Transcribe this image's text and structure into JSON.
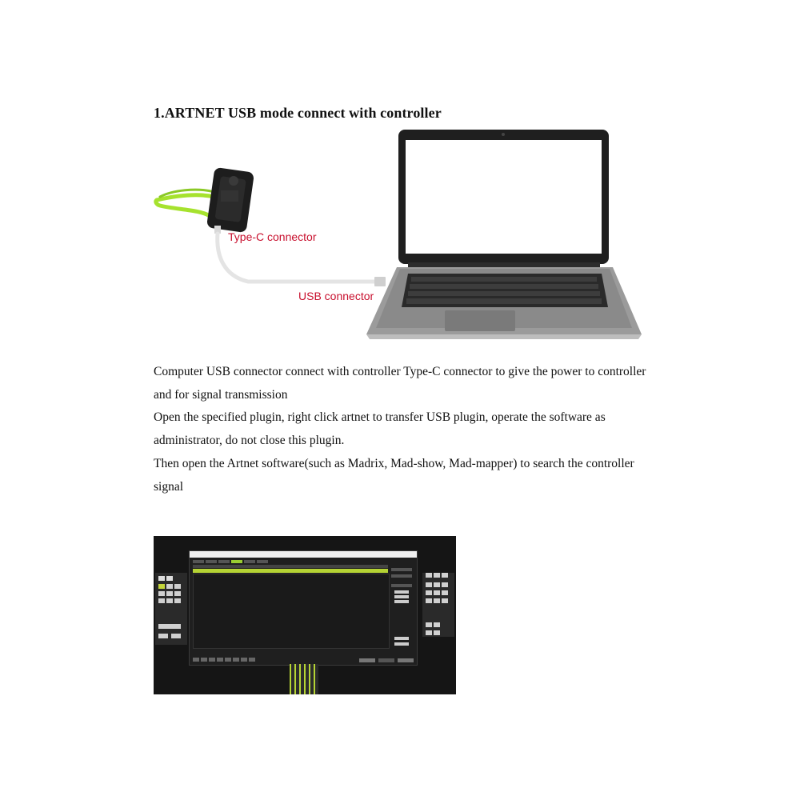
{
  "heading": "1.ARTNET USB mode connect with controller",
  "labels": {
    "type_c": "Type-C connector",
    "usb": "USB connector"
  },
  "paragraphs": [
    "Computer USB connector connect with controller Type-C connector to give the power to controller and for signal transmission",
    "Open the specified plugin, right click artnet to transfer USB plugin, operate the software as administrator, do not close this plugin.",
    "Then open the Artnet software(such as Madrix, Mad-show, Mad-mapper) to search the controller signal"
  ],
  "colors": {
    "accent_red": "#c8102e",
    "lanyard_green": "#a6e22e",
    "screenshot_highlight": "#b5d334"
  },
  "icons": [
    "controller-device",
    "laptop",
    "usb-cable",
    "lanyard"
  ]
}
